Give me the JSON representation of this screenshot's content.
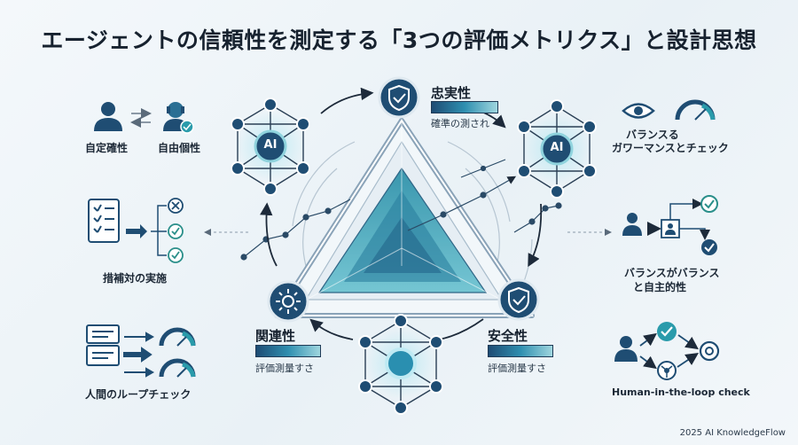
{
  "title": "エージェントの信頼性を測定する「3つの評価メトリクス」と設計思想",
  "metrics": {
    "faithfulness": {
      "title": "忠実性",
      "subtitle": "確準の測され"
    },
    "relevance": {
      "title": "関連性",
      "subtitle": "評価測量すさ"
    },
    "safety": {
      "title": "安全性",
      "subtitle": "評価測量すさ"
    }
  },
  "left": {
    "autonomy_left": "自定確性",
    "autonomy_right": "自由個性",
    "checklist": "措補対の実施",
    "human_loop": "人間のループチェック"
  },
  "right": {
    "balance_perf_line1": "バランスる",
    "balance_perf_line2": "ガワーマンスとチェック",
    "balance_line1": "バランスがバランス",
    "balance_line2": "と自主的性",
    "hitl": "Human-in-the-loop check"
  },
  "ai_labels": {
    "left": "AI",
    "right": "AI"
  },
  "footer": "2025 AI KnowledgeFlow",
  "colors": {
    "navy": "#1f4d73",
    "teal": "#2f9bb3",
    "light_teal": "#8fd3dd",
    "check_green": "#2a8f8a"
  }
}
